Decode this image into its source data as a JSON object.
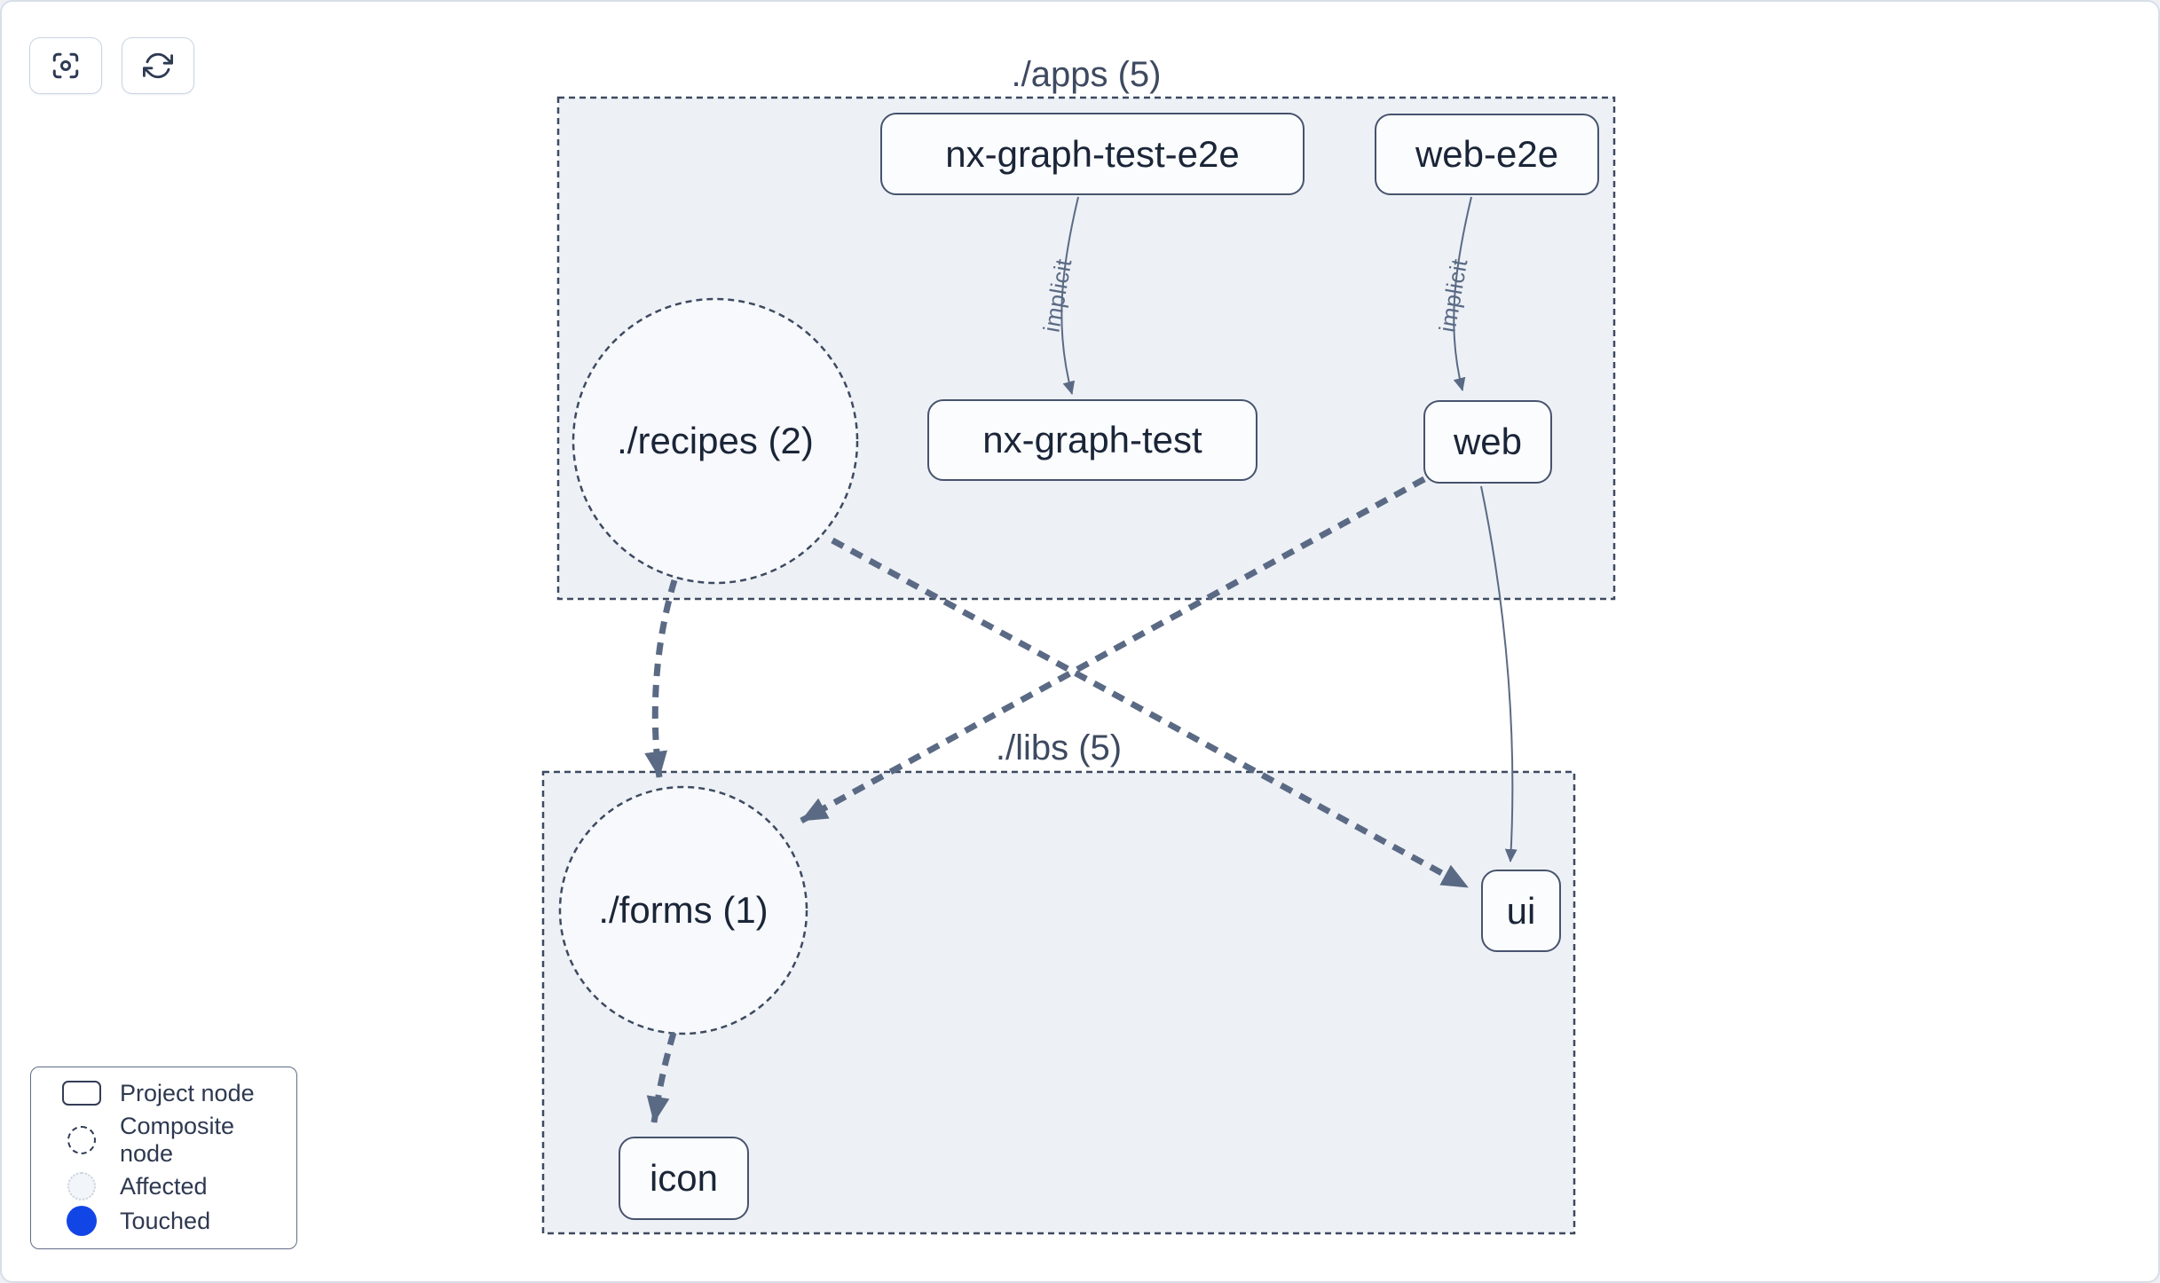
{
  "toolbar": {
    "buttons": [
      {
        "name": "zoom-to-fit",
        "icon": "focus-icon"
      },
      {
        "name": "refresh",
        "icon": "refresh-icon"
      }
    ]
  },
  "graph": {
    "groups": {
      "apps": {
        "label": "./apps (5)"
      },
      "libs": {
        "label": "./libs (5)"
      }
    },
    "nodes": {
      "nx_graph_test_e2e": {
        "label": "nx-graph-test-e2e",
        "type": "project"
      },
      "web_e2e": {
        "label": "web-e2e",
        "type": "project"
      },
      "nx_graph_test": {
        "label": "nx-graph-test",
        "type": "project"
      },
      "web": {
        "label": "web",
        "type": "project"
      },
      "recipes": {
        "label": "./recipes (2)",
        "type": "composite"
      },
      "forms": {
        "label": "./forms (1)",
        "type": "composite"
      },
      "ui": {
        "label": "ui",
        "type": "project"
      },
      "icon": {
        "label": "icon",
        "type": "project"
      }
    },
    "edge_labels": {
      "nx_graph_test_e2e_to_nx_graph_test": "implicit",
      "web_e2e_to_web": "implicit"
    }
  },
  "legend": {
    "items": [
      {
        "label": "Project node",
        "swatch": "project-rect"
      },
      {
        "label": "Composite node",
        "swatch": "dashed-circle"
      },
      {
        "label": "Affected",
        "swatch": "affected-circle"
      },
      {
        "label": "Touched",
        "swatch": "touched-circle"
      }
    ]
  },
  "colors": {
    "touched_blue": "#1245e6",
    "edge": "#5b6a84",
    "group_fill": "#edf1f6",
    "group_outline": "#3e4a60",
    "node_fill": "#fbfcfe",
    "node_outline": "#47536d",
    "node_text": "#1b2538"
  }
}
